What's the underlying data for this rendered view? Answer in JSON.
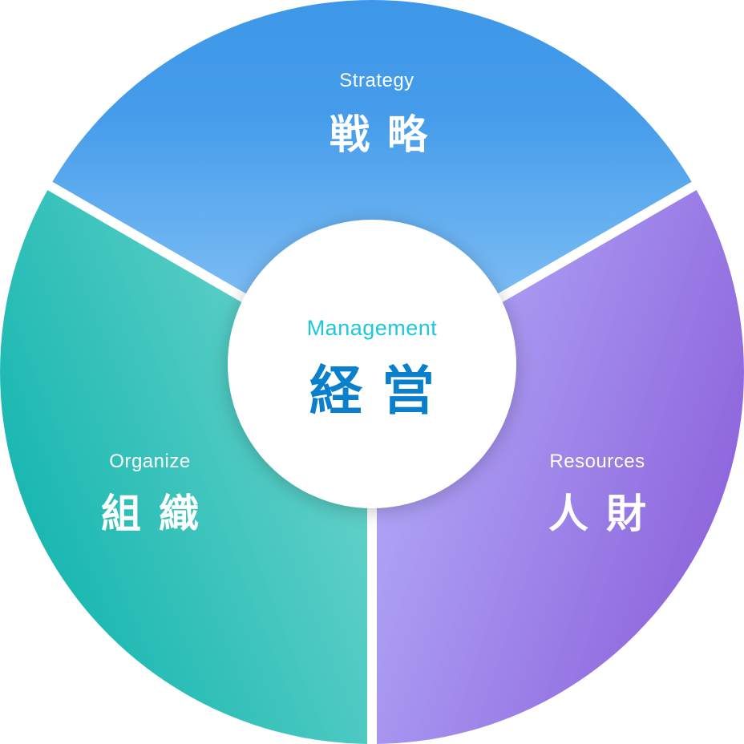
{
  "center": {
    "en": "Management",
    "jp": "経営",
    "en_color": "#1ec8dc",
    "jp_color": "#0a7fcc"
  },
  "segments": [
    {
      "key": "strategy",
      "en": "Strategy",
      "jp": "戦略",
      "colors": [
        "#3e97e8",
        "#8ec6f8"
      ]
    },
    {
      "key": "resources",
      "en": "Resources",
      "jp": "人財",
      "colors": [
        "#b4aefa",
        "#8c60dc"
      ]
    },
    {
      "key": "organize",
      "en": "Organize",
      "jp": "組織",
      "colors": [
        "#72d6ce",
        "#0bb3ac"
      ]
    }
  ]
}
